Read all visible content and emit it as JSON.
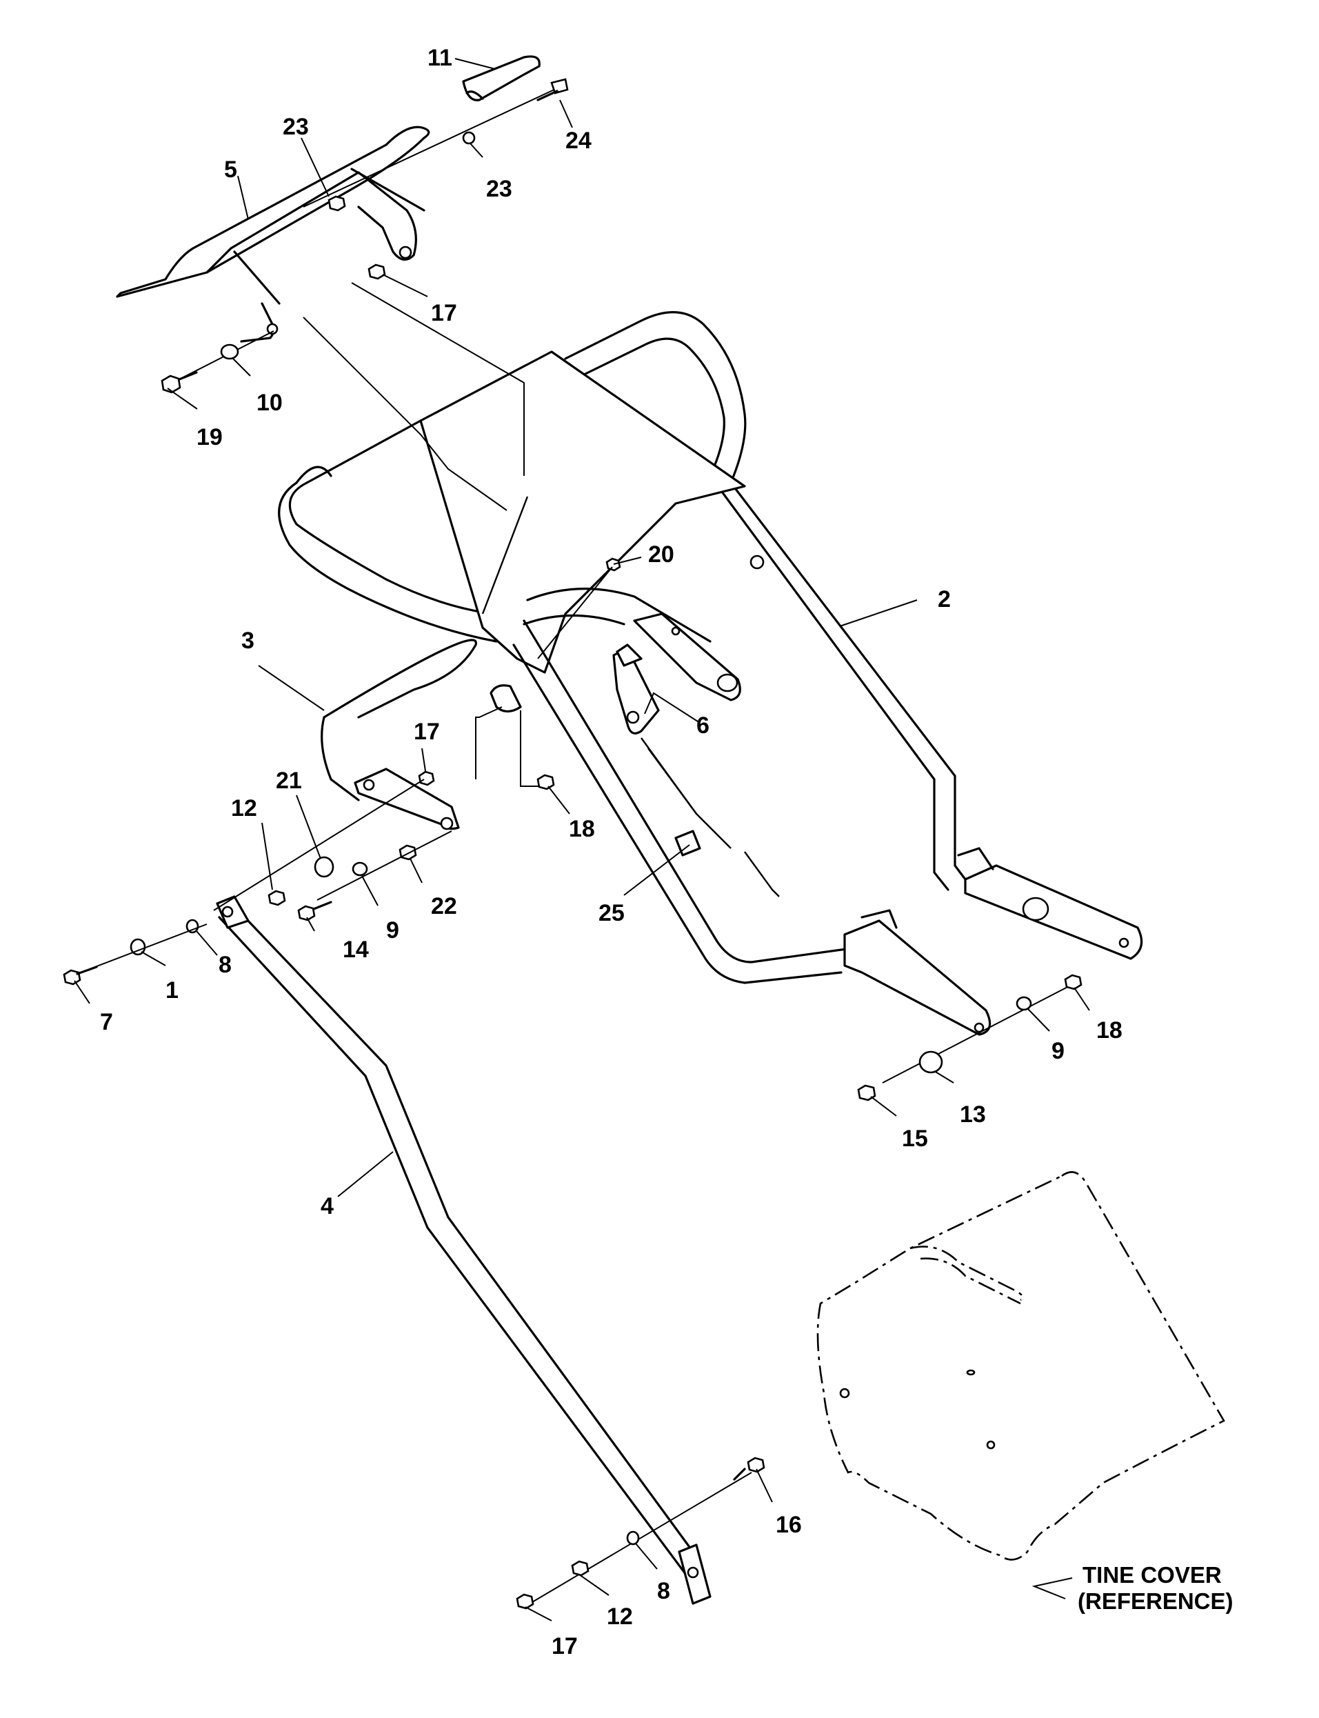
{
  "callouts": {
    "c11": "11",
    "c24": "24",
    "c23a": "23",
    "c23b": "23",
    "c5": "5",
    "c17a": "17",
    "c10": "10",
    "c19": "19",
    "c20": "20",
    "c2": "2",
    "c3": "3",
    "c6": "6",
    "c17b": "17",
    "c21": "21",
    "c12a": "12",
    "c18a": "18",
    "c22": "22",
    "c14": "14",
    "c9a": "9",
    "c25": "25",
    "c8a": "8",
    "c1": "1",
    "c7": "7",
    "c18b": "18",
    "c9b": "9",
    "c13": "13",
    "c15": "15",
    "c4": "4",
    "c16": "16",
    "c8b": "8",
    "c12b": "12",
    "c17c": "17"
  },
  "reference": {
    "line1": "TINE COVER",
    "line2": "(REFERENCE)"
  }
}
